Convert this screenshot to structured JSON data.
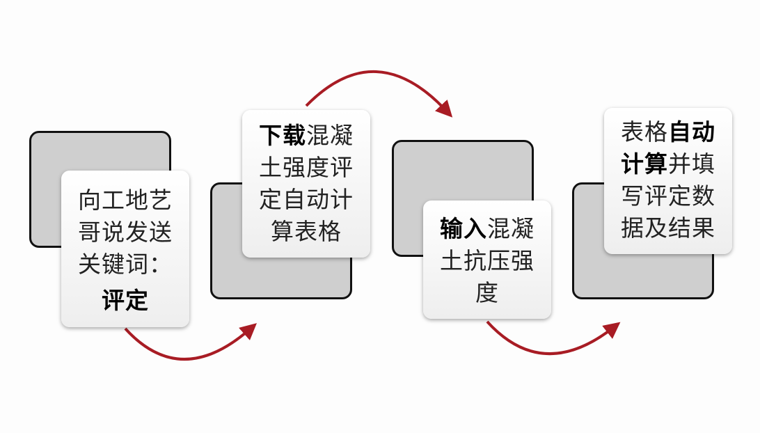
{
  "steps": [
    {
      "lines": [
        {
          "t": "向工地艺"
        },
        {
          "t": "哥说发送"
        },
        {
          "t": "关键词："
        },
        {
          "b": "评定"
        }
      ]
    },
    {
      "lines": [
        {
          "b": "下载",
          "t": "混凝"
        },
        {
          "t": "土强度评"
        },
        {
          "t": "定自动计"
        },
        {
          "t": "算表格"
        }
      ]
    },
    {
      "lines": [
        {
          "b": "输入",
          "t": "混凝"
        },
        {
          "t": "土抗压强"
        },
        {
          "t": "度"
        }
      ]
    },
    {
      "lines": [
        {
          "t": "表格",
          "b": "自动"
        },
        {
          "b": "计算",
          "t": "并填"
        },
        {
          "t": "写评定数"
        },
        {
          "t": "据及结果"
        }
      ]
    }
  ],
  "colors": {
    "arrow": "#a81c24",
    "box": "#cfcfcf"
  }
}
